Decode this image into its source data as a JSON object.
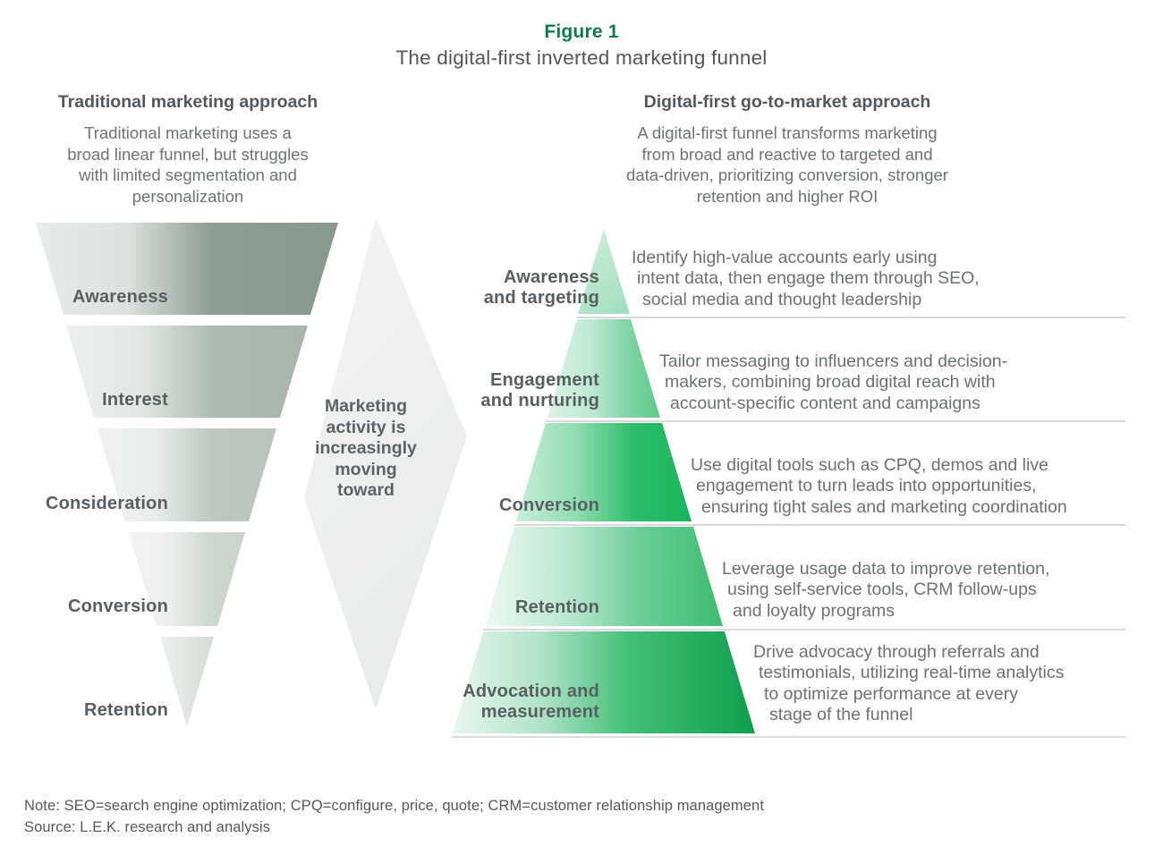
{
  "figure": {
    "label": "Figure 1",
    "title": "The digital-first inverted marketing funnel"
  },
  "left_section": {
    "heading": "Traditional marketing approach",
    "description": "Traditional marketing uses a\nbroad linear funnel, but struggles\nwith limited segmentation and\npersonalization",
    "funnel_stages": [
      "Awareness",
      "Interest",
      "Consideration",
      "Conversion",
      "Retention"
    ]
  },
  "arrow": {
    "text": "Marketing\nactivity is\nincreasingly\nmoving\ntoward"
  },
  "right_section": {
    "heading": "Digital-first go-to-market approach",
    "description": "A digital-first funnel transforms marketing\nfrom broad and reactive to targeted and\ndata-driven, prioritizing conversion, stronger\nretention and higher ROI",
    "stages": [
      {
        "label": "Awareness\nand targeting",
        "description": "Identify high-value accounts early using\nintent data, then engage them through SEO,\nsocial media and thought leadership"
      },
      {
        "label": "Engagement\nand nurturing",
        "description": "Tailor messaging to influencers and decision-\nmakers, combining broad digital reach with\naccount-specific content and campaigns"
      },
      {
        "label": "Conversion",
        "description": "Use digital tools such as CPQ, demos and live\nengagement to turn leads into opportunities,\nensuring tight sales and marketing coordination"
      },
      {
        "label": "Retention",
        "description": "Leverage usage data to improve retention,\nusing self-service tools, CRM follow-ups\nand loyalty programs"
      },
      {
        "label": "Advocation and\nmeasurement",
        "description": "Drive advocacy through referrals and\ntestimonials, utilizing real-time analytics\nto optimize performance at every\nstage of the funnel"
      }
    ]
  },
  "footer": {
    "note": "Note: SEO=search engine optimization; CPQ=configure, price, quote; CRM=customer relationship management",
    "source": "Source: L.E.K. research and analysis"
  },
  "colors": {
    "brand_green": "#0e7c49",
    "pyramid_dark_green": "#0f9f4d",
    "pyramid_bright_green": "#17b55b",
    "pyramid_light_green": "#cfeede",
    "funnel_dark_sage": "#879a90",
    "funnel_light_sage": "#e9ece9",
    "arrow_gray": "#ecefee",
    "separator_gray": "#d9dadb",
    "text_dark_gray": "#54585b",
    "text_body_gray": "#6c7174"
  }
}
